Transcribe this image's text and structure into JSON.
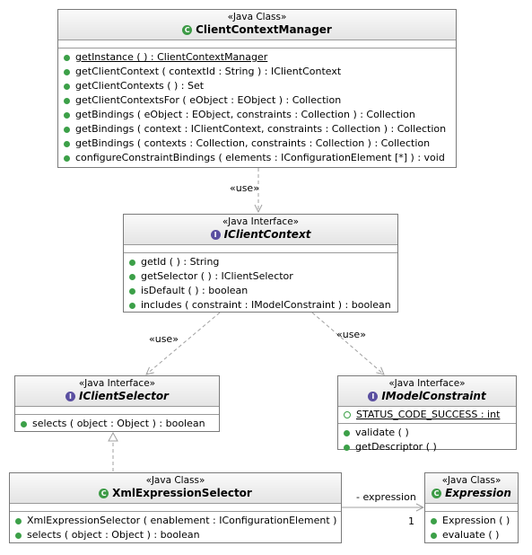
{
  "client_context_manager": {
    "stereotype": "«Java Class»",
    "name": "ClientContextManager",
    "operations": [
      "getInstance ( ) : ClientContextManager",
      "getClientContext ( contextId : String ) : IClientContext",
      "getClientContexts ( ) : Set",
      "getClientContextsFor ( eObject : EObject ) : Collection",
      "getBindings ( eObject : EObject, constraints : Collection ) : Collection",
      "getBindings ( context : IClientContext, constraints : Collection ) : Collection",
      "getBindings ( contexts : Collection, constraints : Collection ) : Collection",
      "configureConstraintBindings ( elements : IConfigurationElement [*] ) : void"
    ]
  },
  "iclient_context": {
    "stereotype": "«Java Interface»",
    "name": "IClientContext",
    "operations": [
      "getId ( ) : String",
      "getSelector ( ) : IClientSelector",
      "isDefault ( ) : boolean",
      "includes ( constraint : IModelConstraint ) : boolean"
    ]
  },
  "iclient_selector": {
    "stereotype": "«Java Interface»",
    "name": "IClientSelector",
    "operations": [
      "selects ( object : Object ) : boolean"
    ]
  },
  "imodel_constraint": {
    "stereotype": "«Java Interface»",
    "name": "IModelConstraint",
    "attributes": [
      "STATUS_CODE_SUCCESS : int"
    ],
    "operations": [
      "validate ( )",
      "getDescriptor ( )"
    ]
  },
  "xml_expression_selector": {
    "stereotype": "«Java Class»",
    "name": "XmlExpressionSelector",
    "operations": [
      "XmlExpressionSelector ( enablement : IConfigurationElement )",
      "selects ( object : Object ) : boolean"
    ]
  },
  "expression": {
    "stereotype": "«Java Class»",
    "name": "Expression",
    "operations": [
      "Expression ( )",
      "evaluate ( )"
    ]
  },
  "relations": {
    "use_1": "«use»",
    "use_2": "«use»",
    "use_3": "«use»",
    "assoc_role": "- expression",
    "assoc_mult": "1"
  },
  "icons": {
    "class": "class-icon",
    "interface": "interface-icon",
    "public": "public-method-icon",
    "static_field": "static-field-icon"
  },
  "colors": {
    "class_badge": "#3d9a46",
    "interface_badge": "#5a4fa0",
    "method_dot": "#3ca048",
    "link": "#a0a0a0"
  }
}
